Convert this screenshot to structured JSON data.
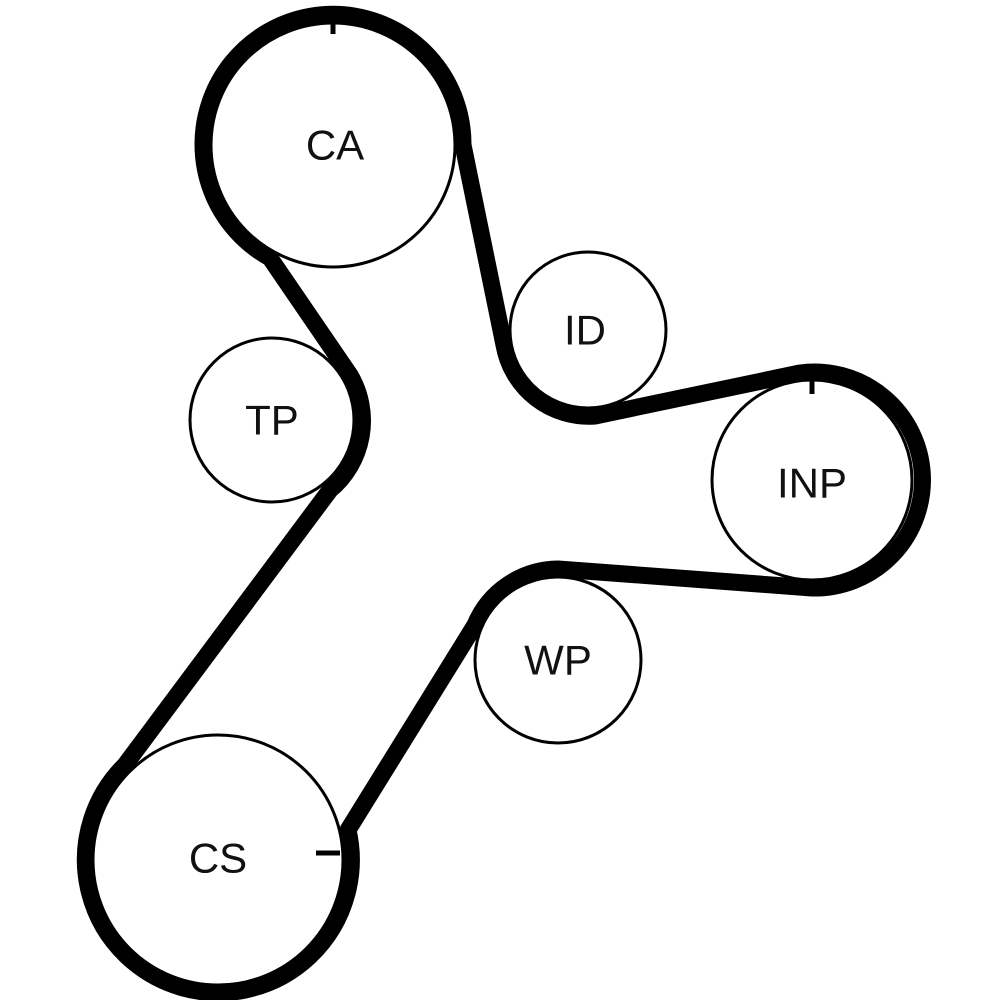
{
  "diagram": {
    "type": "belt-routing",
    "belt_color": "#000000",
    "pulley_color": "#000000",
    "pulleys": [
      {
        "id": "ca",
        "label": "CA"
      },
      {
        "id": "id",
        "label": "ID"
      },
      {
        "id": "tp",
        "label": "TP"
      },
      {
        "id": "inp",
        "label": "INP"
      },
      {
        "id": "wp",
        "label": "WP"
      },
      {
        "id": "cs",
        "label": "CS"
      }
    ]
  }
}
